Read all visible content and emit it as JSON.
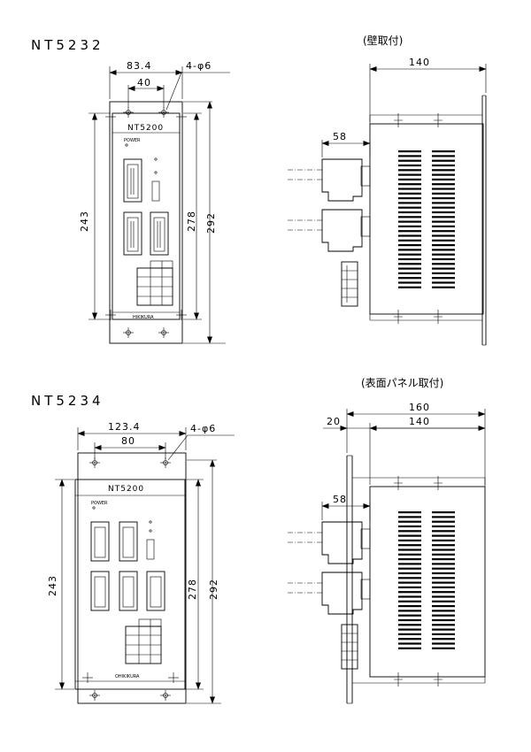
{
  "top": {
    "model": "NT5232",
    "view_label": "(壁取付)",
    "front": {
      "width_label": "83.4",
      "hole_pitch_label": "40",
      "hole_label": "4-φ6",
      "height_243": "243",
      "height_278": "278",
      "height_292": "292",
      "panel_name": "NT5200",
      "brand": "HIKIKURA",
      "power": "POWER"
    },
    "side": {
      "depth_label": "140",
      "connector_label": "58"
    }
  },
  "bottom": {
    "model": "NT5234",
    "view_label": "(表面パネル取付)",
    "front": {
      "width_label": "123.4",
      "hole_pitch_label": "80",
      "hole_label": "4-φ6",
      "height_243": "243",
      "height_278": "278",
      "height_292": "292",
      "panel_name": "NT5200",
      "brand": "OHIKIKURA",
      "power": "POWER"
    },
    "side": {
      "total_depth_label": "160",
      "flange_label": "20",
      "depth_label": "140",
      "connector_label": "58"
    }
  }
}
